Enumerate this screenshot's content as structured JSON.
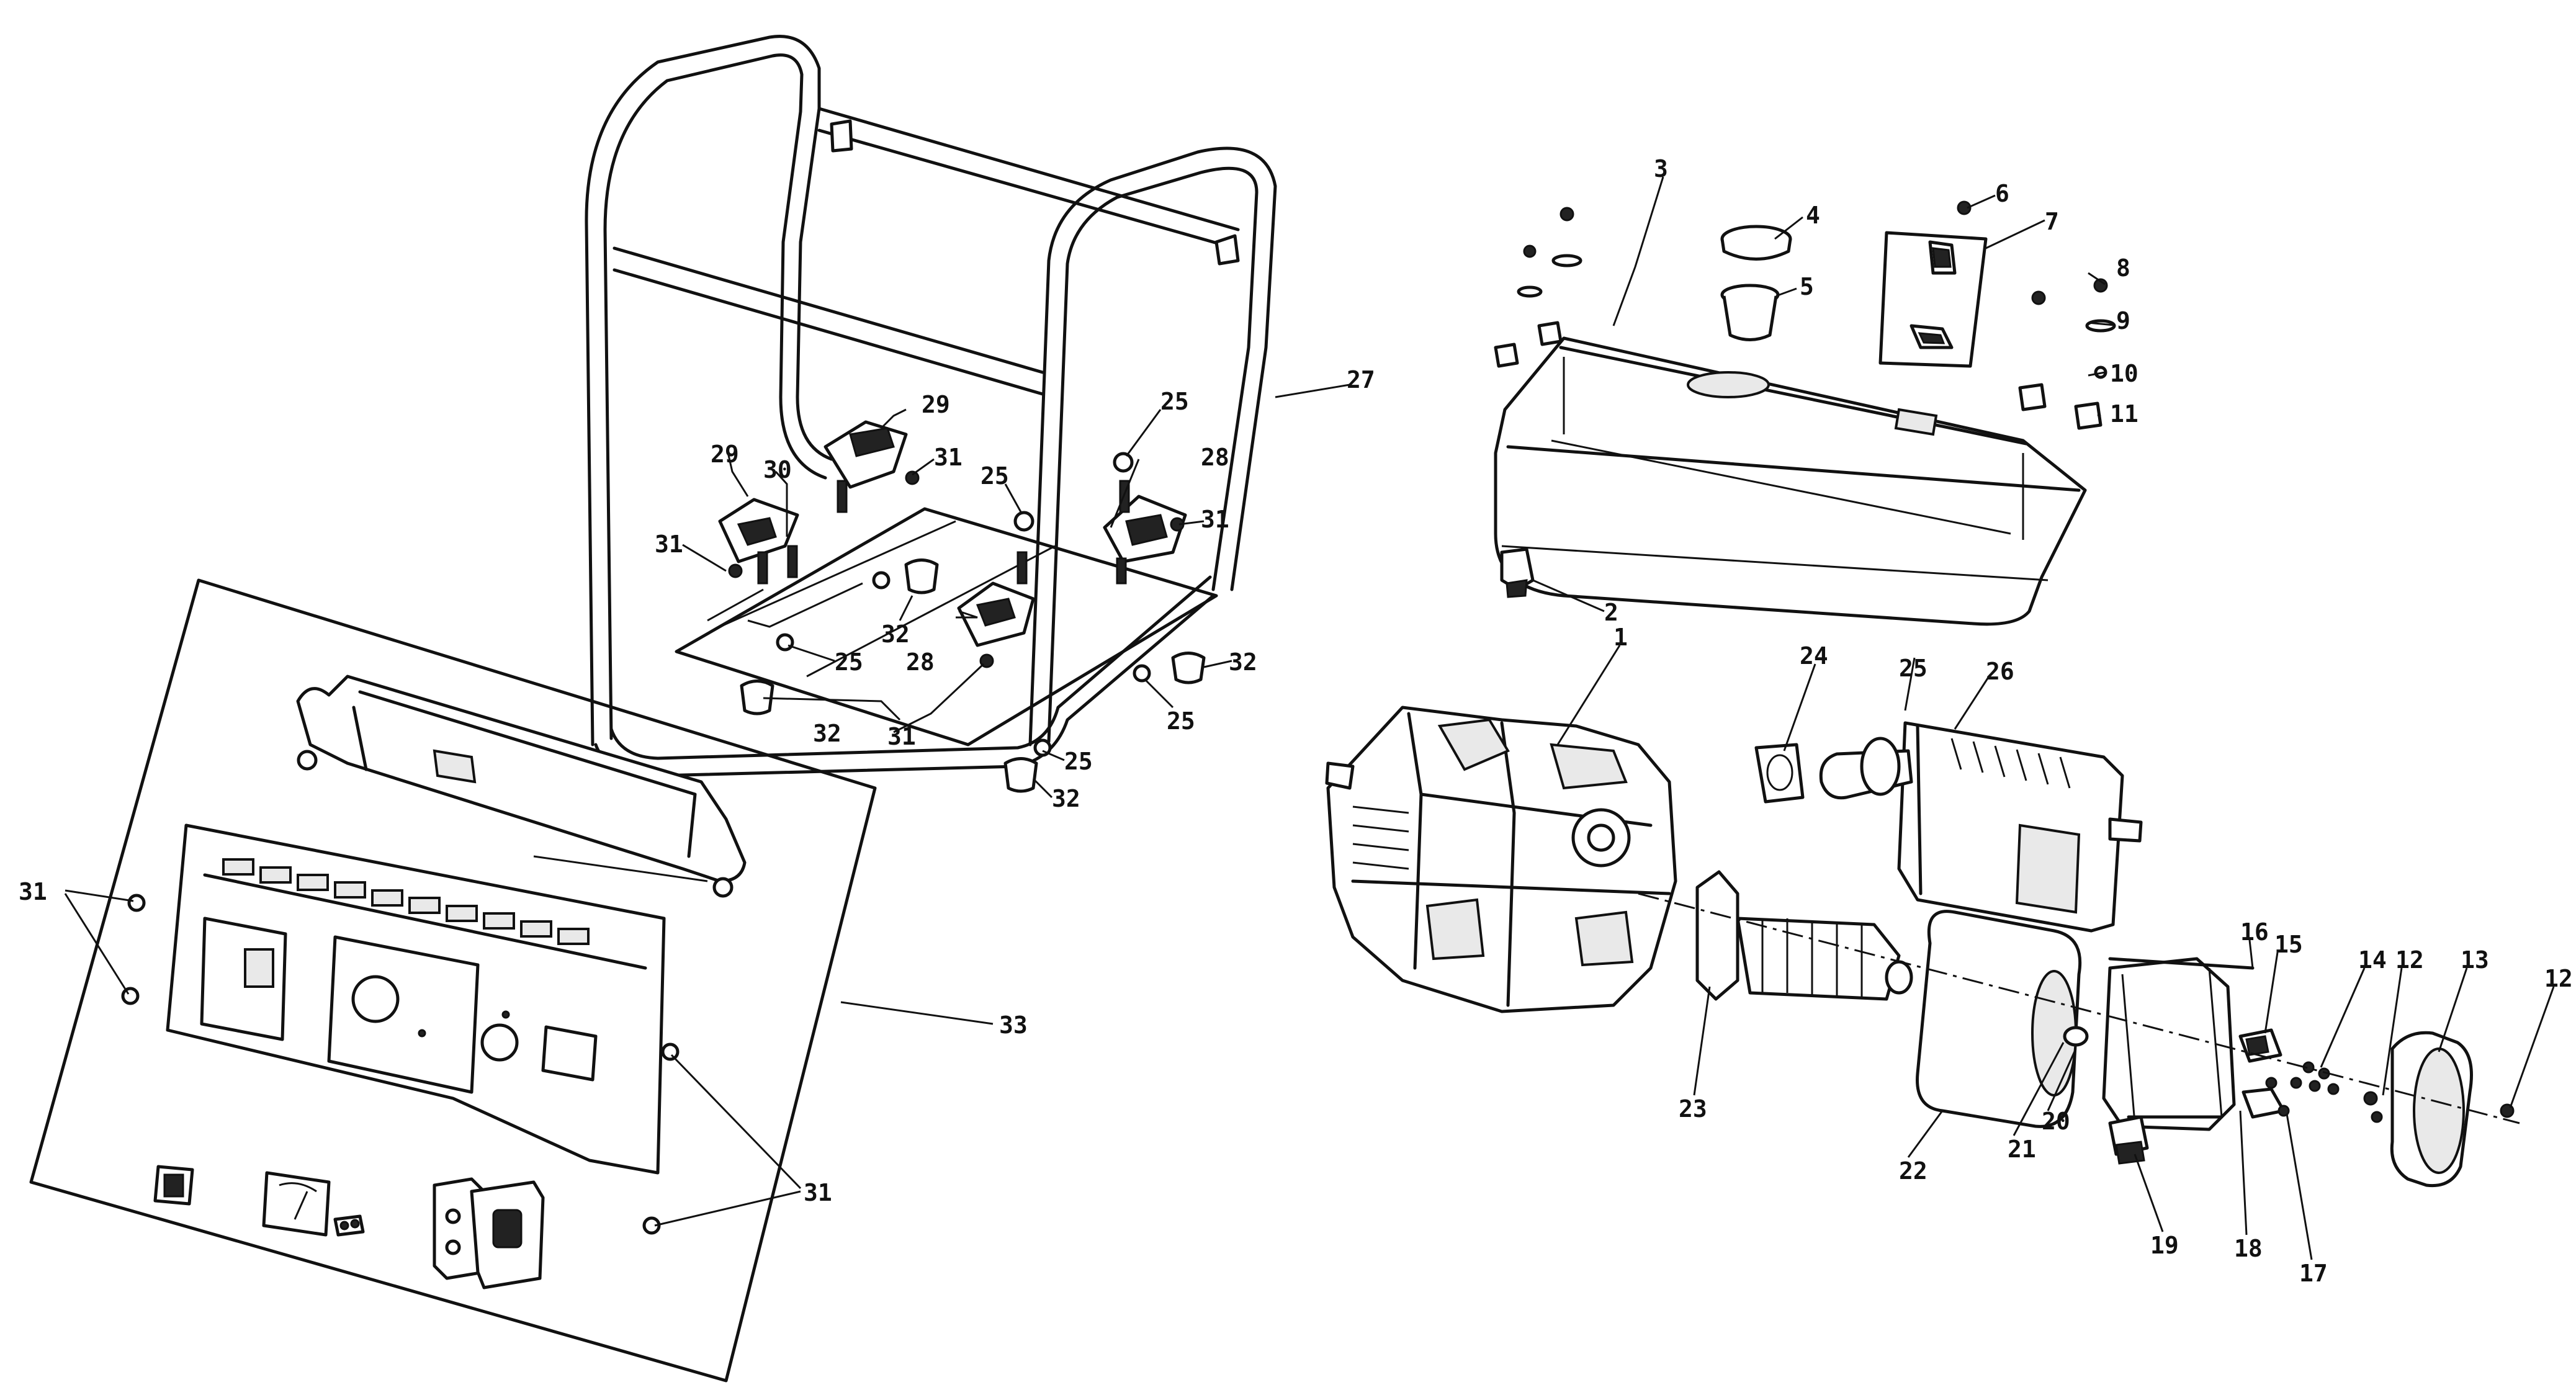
{
  "callouts": [
    {
      "id": "c1",
      "label": "1"
    },
    {
      "id": "c2",
      "label": "2"
    },
    {
      "id": "c3",
      "label": "3"
    },
    {
      "id": "c4",
      "label": "4"
    },
    {
      "id": "c5",
      "label": "5"
    },
    {
      "id": "c6",
      "label": "6"
    },
    {
      "id": "c7",
      "label": "7"
    },
    {
      "id": "c8",
      "label": "8"
    },
    {
      "id": "c9",
      "label": "9"
    },
    {
      "id": "c10",
      "label": "10"
    },
    {
      "id": "c11",
      "label": "11"
    },
    {
      "id": "c12a",
      "label": "12"
    },
    {
      "id": "c12b",
      "label": "12"
    },
    {
      "id": "c13",
      "label": "13"
    },
    {
      "id": "c14",
      "label": "14"
    },
    {
      "id": "c15",
      "label": "15"
    },
    {
      "id": "c16",
      "label": "16"
    },
    {
      "id": "c17",
      "label": "17"
    },
    {
      "id": "c18",
      "label": "18"
    },
    {
      "id": "c19",
      "label": "19"
    },
    {
      "id": "c20",
      "label": "20"
    },
    {
      "id": "c21",
      "label": "21"
    },
    {
      "id": "c22",
      "label": "22"
    },
    {
      "id": "c23",
      "label": "23"
    },
    {
      "id": "c24",
      "label": "24"
    },
    {
      "id": "c25a",
      "label": "25"
    },
    {
      "id": "c25b",
      "label": "25"
    },
    {
      "id": "c25c",
      "label": "25"
    },
    {
      "id": "c25d",
      "label": "25"
    },
    {
      "id": "c25e",
      "label": "25"
    },
    {
      "id": "c25f",
      "label": "25"
    },
    {
      "id": "c26",
      "label": "26"
    },
    {
      "id": "c27",
      "label": "27"
    },
    {
      "id": "c28a",
      "label": "28"
    },
    {
      "id": "c28b",
      "label": "28"
    },
    {
      "id": "c29a",
      "label": "29"
    },
    {
      "id": "c29b",
      "label": "29"
    },
    {
      "id": "c30",
      "label": "30"
    },
    {
      "id": "c31a",
      "label": "31"
    },
    {
      "id": "c31b",
      "label": "31"
    },
    {
      "id": "c31c",
      "label": "31"
    },
    {
      "id": "c31d",
      "label": "31"
    },
    {
      "id": "c31e",
      "label": "31"
    },
    {
      "id": "c31f",
      "label": "31"
    },
    {
      "id": "c32a",
      "label": "32"
    },
    {
      "id": "c32b",
      "label": "32"
    },
    {
      "id": "c32c",
      "label": "32"
    },
    {
      "id": "c32d",
      "label": "32"
    },
    {
      "id": "c33",
      "label": "33"
    }
  ]
}
